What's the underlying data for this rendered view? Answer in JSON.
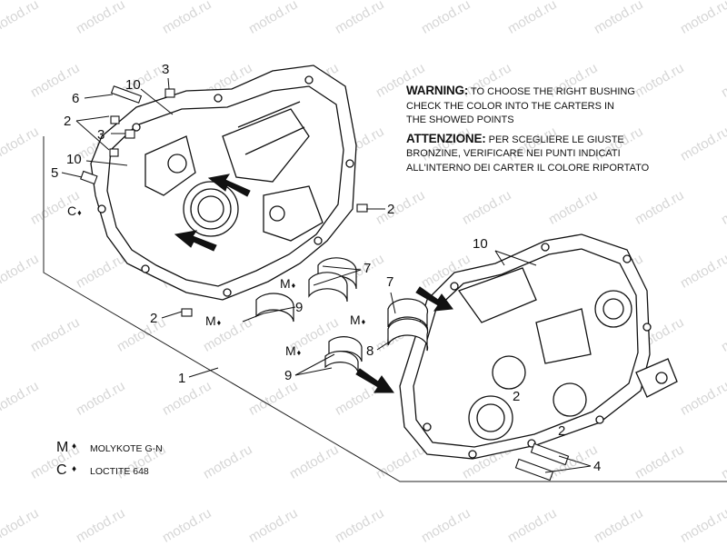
{
  "watermark": "motod.ru",
  "warning": {
    "en_label": "WARNING:",
    "en_lines": [
      "TO CHOOSE THE RIGHT BUSHING",
      "CHECK THE COLOR INTO THE CARTERS IN",
      "THE SHOWED POINTS"
    ],
    "it_label": "ATTENZIONE:",
    "it_lines": [
      "PER SCEGLIERE LE GIUSTE",
      "BRONZINE, VERIFICARE NEI PUNTI INDICATI",
      "ALL'INTERNO DEI CARTER IL COLORE RIPORTATO"
    ]
  },
  "legend": [
    {
      "symbol": "M",
      "text": "MOLYKOTE G-N"
    },
    {
      "symbol": "C",
      "text": "LOCTITE 648"
    }
  ],
  "callouts": {
    "c1": "1",
    "c2a": "2",
    "c2b": "2",
    "c2c": "2",
    "c2d": "2",
    "c2e": "2",
    "c3a": "3",
    "c3b": "3",
    "c4": "4",
    "c5": "5",
    "c6": "6",
    "c7a": "7",
    "c7b": "7",
    "c8": "8",
    "c9a": "9",
    "c9b": "9",
    "c10a": "10",
    "c10b": "10",
    "c10c": "10"
  },
  "lube_marks": {
    "m_c": "C",
    "m_m1": "M",
    "m_m2": "M",
    "m_m3": "M",
    "m_m4": "M"
  }
}
